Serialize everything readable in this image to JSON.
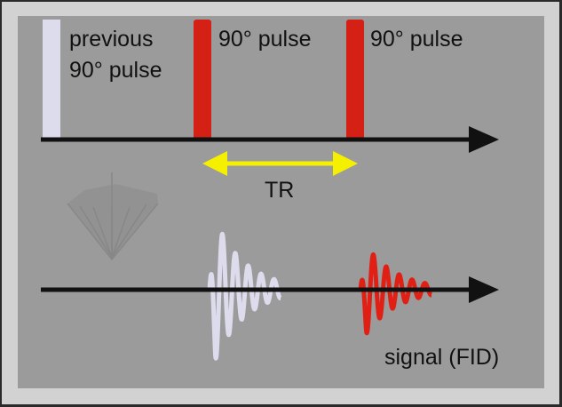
{
  "labels": {
    "previous_line1": "previous",
    "previous_line2": "90° pulse",
    "pulse1": "90° pulse",
    "pulse2": "90° pulse",
    "tr": "TR",
    "signal": "signal (FID)"
  },
  "colors": {
    "background": "#9b9b9b",
    "frame": "#d2d2d2",
    "previous_pulse": "#dcdcec",
    "pulse": "#d42015",
    "tr_arrow": "#f5f000",
    "axis": "#111111",
    "fid_previous": "#dcdcec",
    "fid_current": "#e02015"
  }
}
